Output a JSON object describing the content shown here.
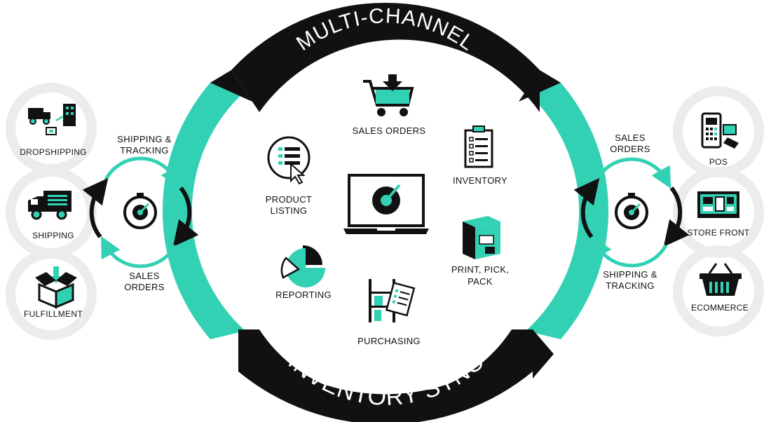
{
  "banner": {
    "top": "MULTI-CHANNEL",
    "bottom": "INVENTORY SYNC"
  },
  "center": {
    "items": [
      {
        "id": "sales-orders",
        "lines": [
          "SALES ORDERS"
        ],
        "icon": "shopping-cart-icon"
      },
      {
        "id": "product-listing",
        "lines": [
          "PRODUCT",
          "LISTING"
        ],
        "icon": "product-list-icon"
      },
      {
        "id": "inventory",
        "lines": [
          "INVENTORY"
        ],
        "icon": "clipboard-checklist-icon"
      },
      {
        "id": "reporting",
        "lines": [
          "REPORTING"
        ],
        "icon": "pie-chart-icon"
      },
      {
        "id": "print-pick-pack",
        "lines": [
          "PRINT, PICK,",
          "PACK"
        ],
        "icon": "package-box-icon"
      },
      {
        "id": "purchasing",
        "lines": [
          "PURCHASING"
        ],
        "icon": "shelf-invoice-icon"
      },
      {
        "id": "laptop",
        "lines": [],
        "icon": "laptop-gauge-icon"
      }
    ]
  },
  "left": {
    "top_label": [
      "SHIPPING &",
      "TRACKING"
    ],
    "bottom_label": [
      "SALES",
      "ORDERS"
    ],
    "items": [
      {
        "label": "DROPSHIPPING",
        "icon": "dropshipping-icon"
      },
      {
        "label": "SHIPPING",
        "icon": "delivery-truck-icon"
      },
      {
        "label": "FULFILLMENT",
        "icon": "open-box-icon"
      }
    ]
  },
  "right": {
    "top_label": [
      "SALES",
      "ORDERS"
    ],
    "bottom_label": [
      "SHIPPING &",
      "TRACKING"
    ],
    "items": [
      {
        "label": "POS",
        "icon": "pos-terminal-icon"
      },
      {
        "label": "STORE FRONT",
        "icon": "store-front-icon"
      },
      {
        "label": "ECOMMERCE",
        "icon": "shopping-basket-icon"
      }
    ]
  },
  "colors": {
    "teal": "#33d1b4",
    "black": "#111111",
    "grey_ring": "#ececec",
    "white": "#ffffff"
  }
}
